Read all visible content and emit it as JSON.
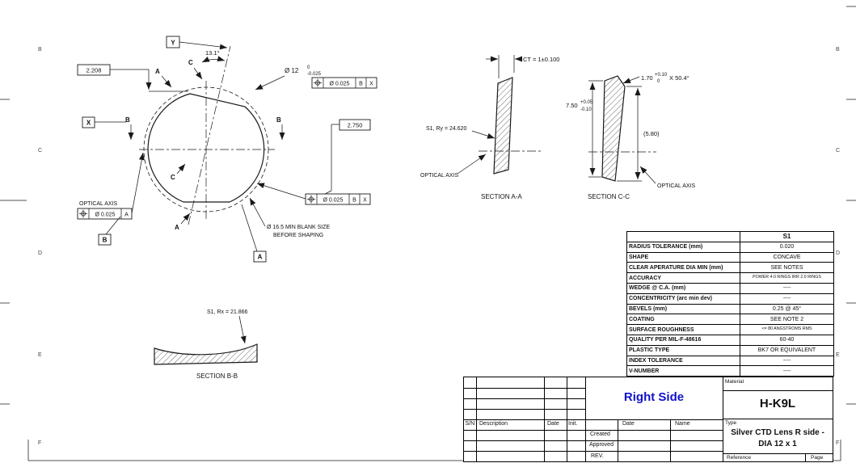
{
  "sheet": {
    "bg": "#ffffff",
    "line_color": "#1a1a1a"
  },
  "zones": {
    "left": [
      "B",
      "C",
      "D",
      "E",
      "F"
    ],
    "right": [
      "B",
      "C",
      "D",
      "E",
      "F"
    ]
  },
  "symbols": {
    "position_tolerance": "⌖",
    "diameter": "Ø"
  },
  "front_view": {
    "datum_y": "Y",
    "datum_x": "X",
    "datum_b": "B",
    "datum_a": "A",
    "section_label_a": "A",
    "section_label_b": "B",
    "section_label_c": "C",
    "angle_dim": "13.1°",
    "height_dim": "2.208",
    "width_dim": "2.750",
    "dia_dim": "Ø 12",
    "dia_tol_upper": "0",
    "dia_tol_lower": "-0.025",
    "fcf_dia_tol": "Ø 0.025",
    "fcf_datum_a": "A",
    "fcf_datum_b": "B",
    "fcf_datum_x": "X",
    "optical_axis_label": "OPTICAL AXIS",
    "blank_note_line1": "Ø 16.5 MIN BLANK SIZE",
    "blank_note_line2": "BEFORE SHAPING"
  },
  "section_bb": {
    "surface_label": "S1, Rx = 21.866",
    "caption": "SECTION B-B"
  },
  "section_aa": {
    "thickness_dim": "CT = 1±0.100",
    "surface_label": "S1, Ry = 24.620",
    "optical_axis_label": "OPTICAL AXIS",
    "caption": "SECTION A-A"
  },
  "section_cc": {
    "bevel_dim": "1.70",
    "bevel_tol_upper": "+0.10",
    "bevel_tol_lower": "0",
    "bevel_angle": "X 50.4°",
    "height_dim": "7.50",
    "height_tol_upper": "+0.05",
    "height_tol_lower": "-0.10",
    "ref_dim": "(5.80)",
    "optical_axis_label": "OPTICAL AXIS",
    "caption": "SECTION C-C"
  },
  "spec_table": {
    "header_value": "S1",
    "rows": [
      {
        "label": "RADIUS TOLERANCE (mm)",
        "value": "0.020"
      },
      {
        "label": "SHAPE",
        "value": "CONCAVE"
      },
      {
        "label": "CLEAR APERATURE DIA MIN (mm)",
        "value": "SEE NOTES"
      },
      {
        "label": "ACCURACY",
        "value": "POWER 4.0 RINGS IRR 2.0 RINGS"
      },
      {
        "label": "WEDGE @ C.A. (mm)",
        "value": "----"
      },
      {
        "label": "CONCENTRICITY (arc min dev)",
        "value": "----"
      },
      {
        "label": "BEVELS (mm)",
        "value": "0.25 @ 45°"
      },
      {
        "label": "COATING",
        "value": "SEE NOTE 2"
      },
      {
        "label": "SURFACE ROUGHNESS",
        "value": "<= 80 ANGSTROMS RMS"
      },
      {
        "label": "QUALITY PER MIL-F-48616",
        "value": "60-40"
      },
      {
        "label": "PLASTIC TYPE",
        "value": "BK7 OR EQUIVALENT"
      },
      {
        "label": "INDEX TOLERANCE",
        "value": "----"
      },
      {
        "label": "V-NUMBER",
        "value": "----"
      }
    ]
  },
  "title_block": {
    "material_label": "Material",
    "material_value": "H-K9L",
    "side_label": "Right Side",
    "side_color": "#1212cc",
    "history_cols": {
      "sn": "S/N",
      "description": "Description",
      "date": "Date",
      "init": "Init."
    },
    "signoff_cols": {
      "date": "Date",
      "name": "Name"
    },
    "signoff_rows": {
      "created": "Created",
      "approved": "Approved",
      "rev": "REV."
    },
    "type_label": "Type",
    "type_line1": "Silver CTD Lens R side -",
    "type_line2": "DIA 12 x 1",
    "reference_label": "Reference",
    "page_label": "Page"
  }
}
